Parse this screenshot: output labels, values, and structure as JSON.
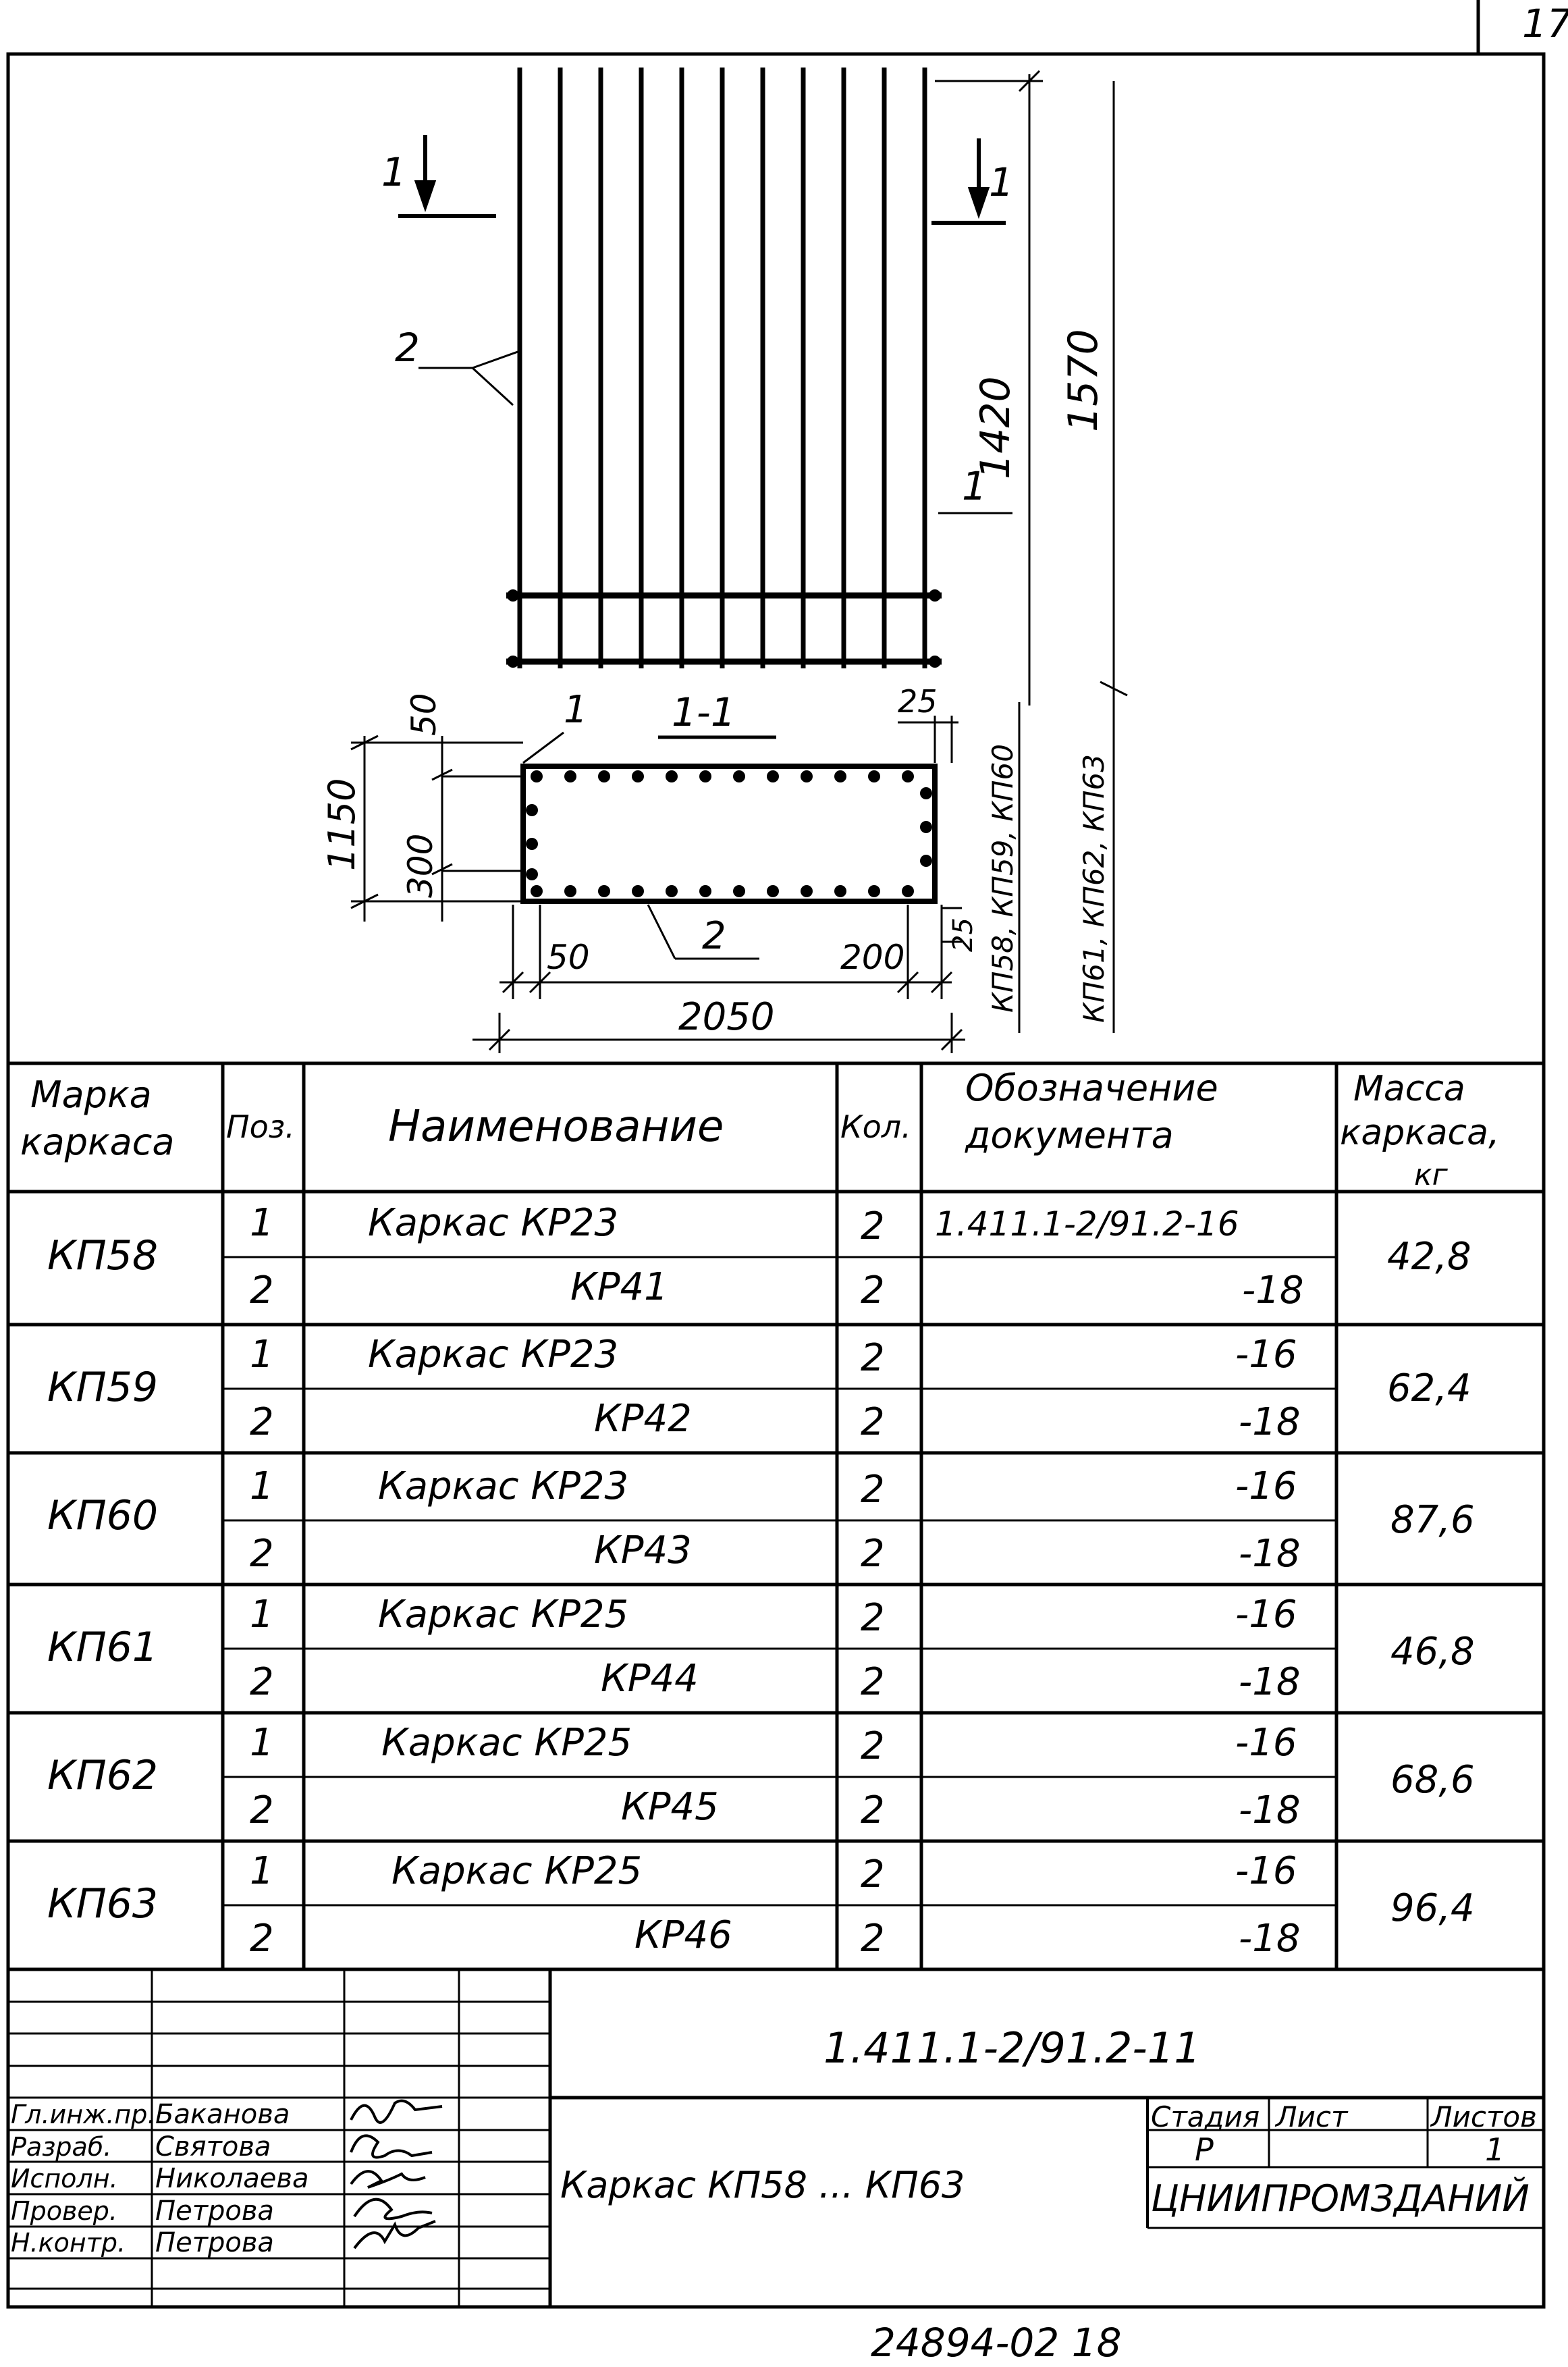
{
  "sheet_corner_number": "17",
  "drawing": {
    "section_mark_left": "1",
    "section_mark_right": "1",
    "position_callout_bars": "2",
    "position_callout_dist": "1",
    "dim_height_inner": "1420",
    "dim_height_outer": "1570",
    "section_title": "1-1",
    "sec_pos1": "1",
    "sec_pos2": "2",
    "sec_dim_top": "25",
    "sec_dim_50_vert": "50",
    "sec_dim_height": "1150",
    "sec_dim_300": "300",
    "sec_dim_50_horiz": "50",
    "sec_dim_200": "200",
    "sec_dim_25_bottom": "25",
    "sec_dim_width": "2050",
    "label_group_a": "КП58, КП59, КП60",
    "label_group_b": "КП61, КП62, КП63"
  },
  "spec_table": {
    "headers": {
      "mark": [
        "Марка",
        "каркаса"
      ],
      "pos": "Поз.",
      "name": "Наименование",
      "qty": "Кол.",
      "doc": [
        "Обозначение",
        "документа"
      ],
      "mass": [
        "Масса",
        "каркаса,",
        "кг"
      ]
    },
    "groups": [
      {
        "mark": "КП58",
        "mass": "42,8",
        "rows": [
          {
            "pos": "1",
            "name": "Каркас КР23",
            "qty": "2",
            "doc": "1.411.1-2/91.2-16"
          },
          {
            "pos": "2",
            "name": "КР41",
            "qty": "2",
            "doc": "-18"
          }
        ]
      },
      {
        "mark": "КП59",
        "mass": "62,4",
        "rows": [
          {
            "pos": "1",
            "name": "Каркас КР23",
            "qty": "2",
            "doc": "-16"
          },
          {
            "pos": "2",
            "name": "КР42",
            "qty": "2",
            "doc": "-18"
          }
        ]
      },
      {
        "mark": "КП60",
        "mass": "87,6",
        "rows": [
          {
            "pos": "1",
            "name": "Каркас КР23",
            "qty": "2",
            "doc": "-16"
          },
          {
            "pos": "2",
            "name": "КР43",
            "qty": "2",
            "doc": "-18"
          }
        ]
      },
      {
        "mark": "КП61",
        "mass": "46,8",
        "rows": [
          {
            "pos": "1",
            "name": "Каркас КР25",
            "qty": "2",
            "doc": "-16"
          },
          {
            "pos": "2",
            "name": "КР44",
            "qty": "2",
            "doc": "-18"
          }
        ]
      },
      {
        "mark": "КП62",
        "mass": "68,6",
        "rows": [
          {
            "pos": "1",
            "name": "Каркас КР25",
            "qty": "2",
            "doc": "-16"
          },
          {
            "pos": "2",
            "name": "КР45",
            "qty": "2",
            "doc": "-18"
          }
        ]
      },
      {
        "mark": "КП63",
        "mass": "96,4",
        "rows": [
          {
            "pos": "1",
            "name": "Каркас КР25",
            "qty": "2",
            "doc": "-16"
          },
          {
            "pos": "2",
            "name": "КР46",
            "qty": "2",
            "doc": "-18"
          }
        ]
      }
    ]
  },
  "title_block": {
    "document_code": "1.411.1-2/91.2-11",
    "title": "Каркас КП58 ... КП63",
    "stage_label": "Стадия",
    "sheet_label": "Лист",
    "sheets_label": "Листов",
    "stage_value": "Р",
    "sheet_value": "",
    "sheets_value": "1",
    "organization": "ЦНИИПРОМЗДАНИЙ",
    "signatures": [
      {
        "role": "Гл.инж.пр.",
        "name": "Баканова"
      },
      {
        "role": "Разраб.",
        "name": "Святова"
      },
      {
        "role": "Исполн.",
        "name": "Николаева"
      },
      {
        "role": "Провер.",
        "name": "Петрова"
      },
      {
        "role": "Н.контр.",
        "name": "Петрова"
      }
    ]
  },
  "footer_stamp": "24894-02   18"
}
